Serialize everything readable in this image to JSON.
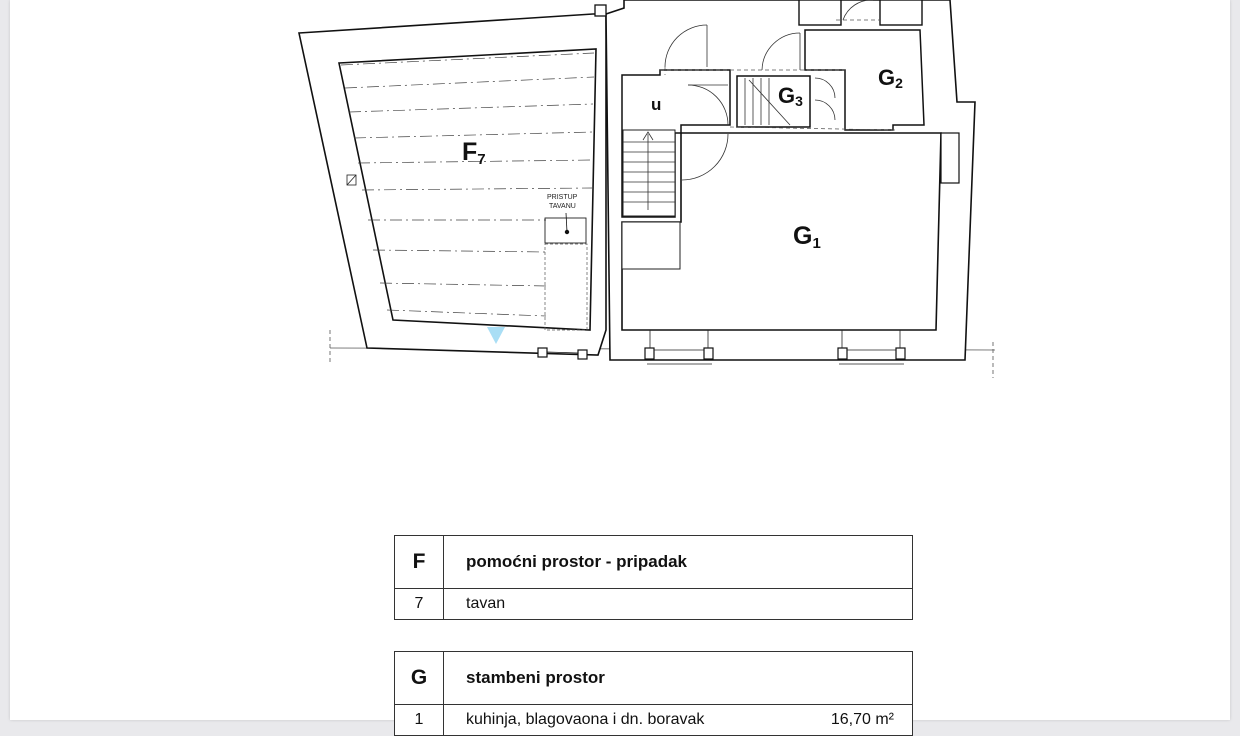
{
  "floor_plan": {
    "rooms": [
      {
        "id": "F7",
        "letter": "F",
        "sub": "7"
      },
      {
        "id": "G1",
        "letter": "G",
        "sub": "1"
      },
      {
        "id": "G2",
        "letter": "G",
        "sub": "2"
      },
      {
        "id": "G3",
        "letter": "G",
        "sub": "3"
      },
      {
        "id": "u",
        "letter": "u",
        "sub": ""
      }
    ],
    "attic_access_note_line1": "PRISTUP",
    "attic_access_note_line2": "TAVANU"
  },
  "legend": {
    "group_f": {
      "code": "F",
      "title": "pomoćni prostor - pripadak",
      "items": [
        {
          "num": "7",
          "name": "tavan",
          "area": ""
        }
      ]
    },
    "group_g": {
      "code": "G",
      "title": "stambeni prostor",
      "items": [
        {
          "num": "1",
          "name": "kuhinja, blagovaona i dn. boravak",
          "area": "16,70 m²"
        }
      ]
    }
  }
}
